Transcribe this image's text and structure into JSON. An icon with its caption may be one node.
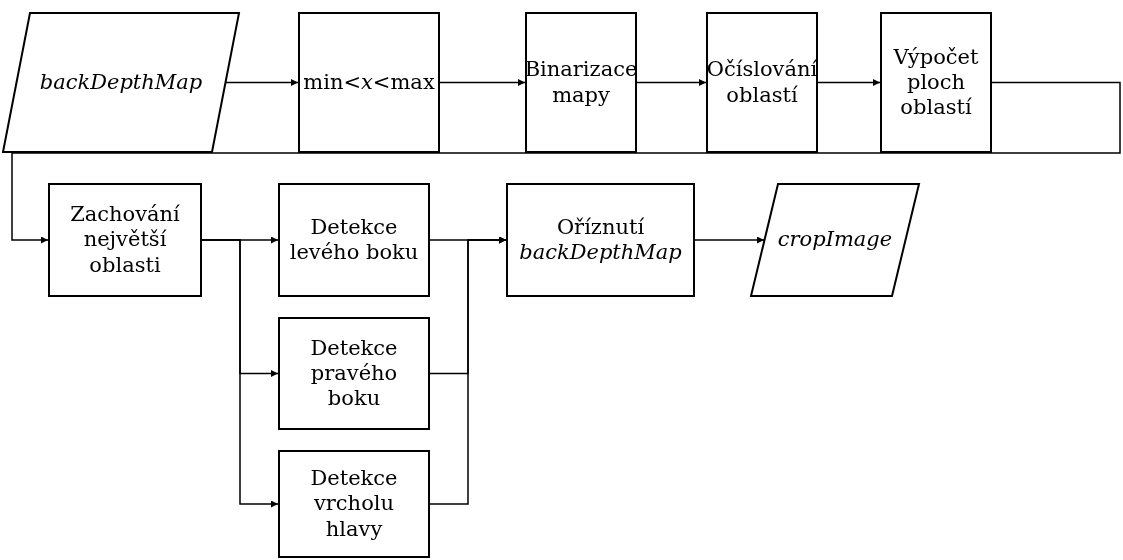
{
  "diagram": {
    "nodes": [
      {
        "text": [
          "backDepthMap"
        ]
      },
      {
        "text": [
          "min<*x*<max"
        ]
      },
      {
        "text": [
          "Binarizace mapy"
        ]
      },
      {
        "text": [
          "Očíslování oblastí"
        ]
      },
      {
        "text": [
          "Výpočet ploch oblastí"
        ]
      },
      {
        "text": [
          "Zachování největší oblasti"
        ]
      },
      {
        "text": [
          "Detekce levého boku"
        ]
      },
      {
        "text": [
          "Detekce pravého boku"
        ]
      },
      {
        "text": [
          "Detekce vrcholu hlavy"
        ]
      },
      {
        "text": [
          "Oříznutí *backDepthMap*"
        ]
      },
      {
        "text": [
          "cropImage"
        ]
      }
    ],
    "edges": [
      {
        "from": 0,
        "to": 1,
        "arrow": "to"
      },
      {
        "from": 1,
        "to": 2,
        "arrow": "to"
      },
      {
        "from": 2,
        "to": 3,
        "arrow": "to"
      },
      {
        "from": 3,
        "to": 4,
        "arrow": "to"
      },
      {
        "from": 4,
        "to": 5,
        "arrow": "to"
      },
      {
        "from": 5,
        "to": 6,
        "arrow": "to"
      },
      {
        "from": 5,
        "to": 7,
        "arrow": "to"
      },
      {
        "from": 5,
        "to": 8,
        "arrow": "to"
      },
      {
        "from": 6,
        "to": 9,
        "arrow": "to"
      },
      {
        "from": 7,
        "to": 9,
        "arrow": "to"
      },
      {
        "from": 8,
        "to": 9,
        "arrow": "to"
      },
      {
        "from": 9,
        "to": 10,
        "arrow": "to"
      }
    ]
  }
}
